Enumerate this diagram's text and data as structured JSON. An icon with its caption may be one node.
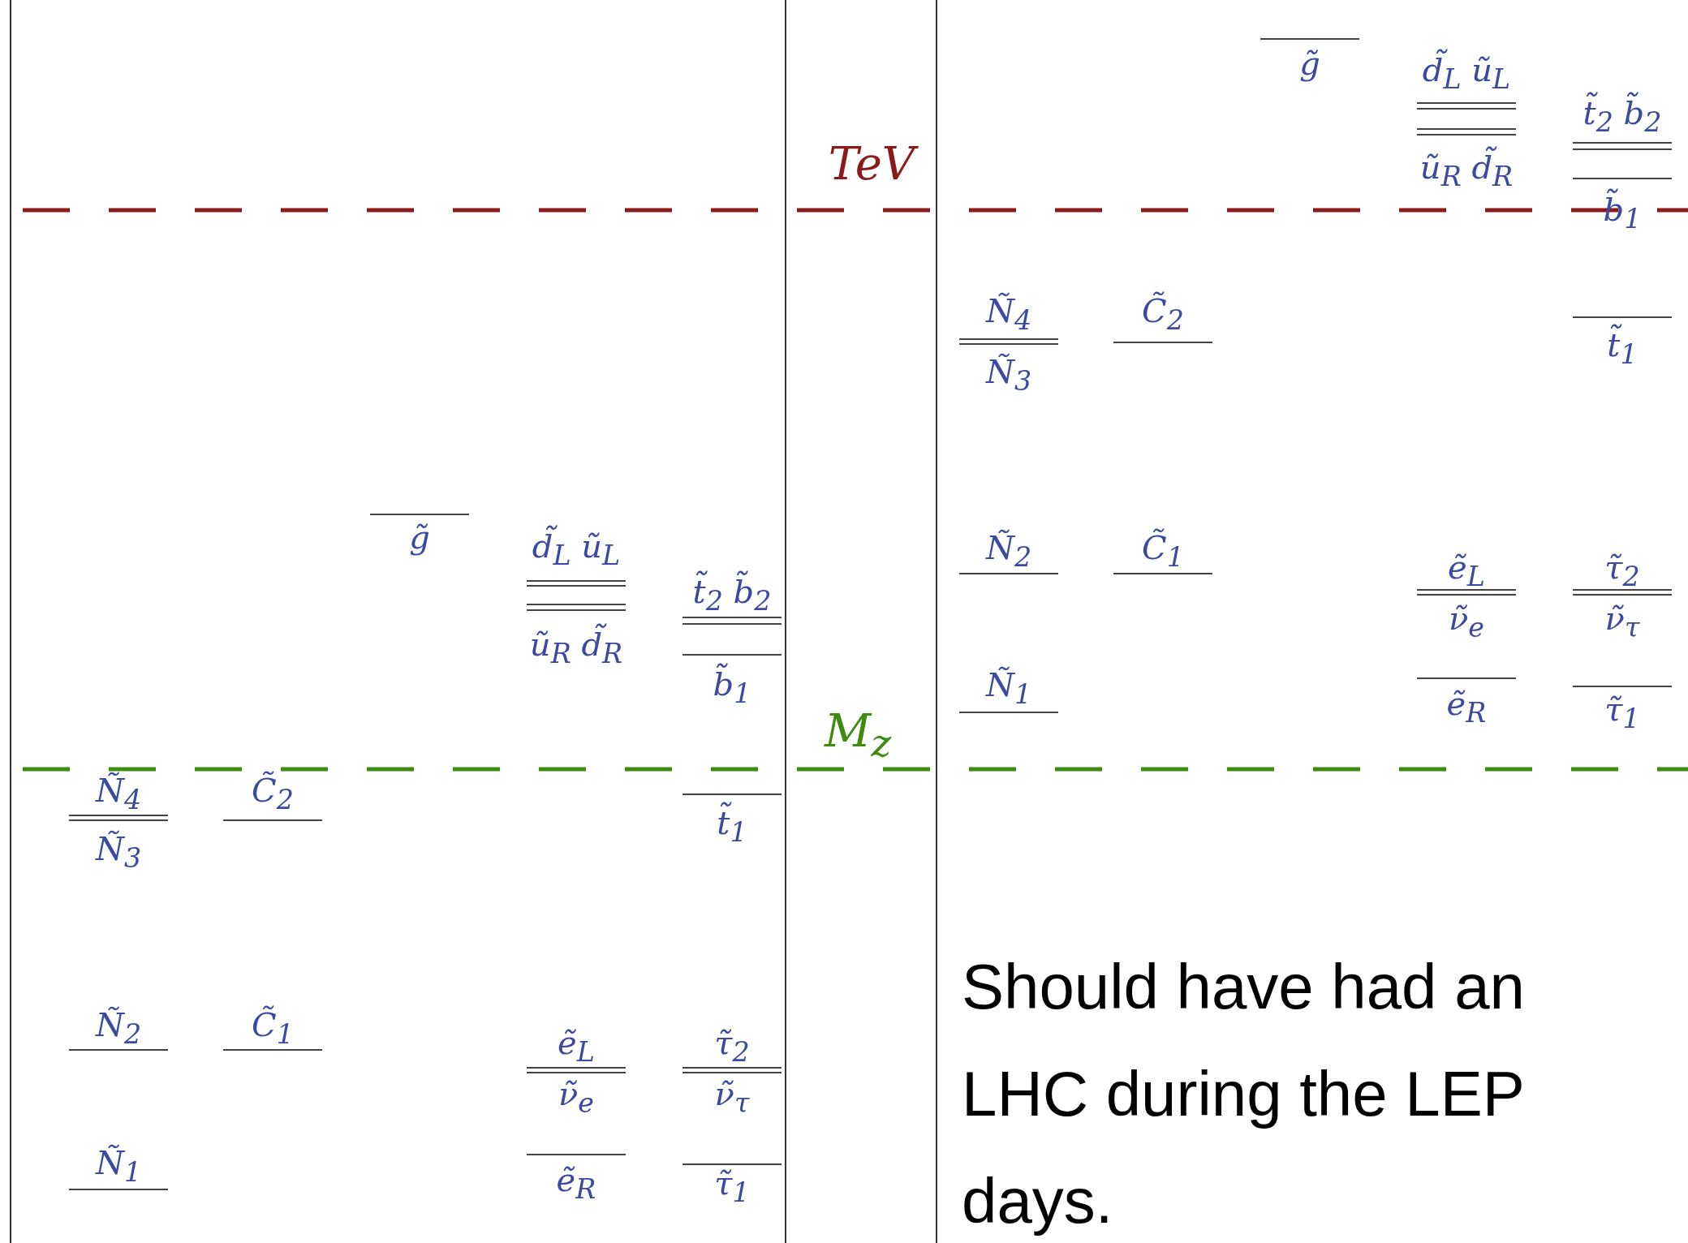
{
  "diagram": {
    "labels": [
      "TeV",
      "M$_{z}$",
      "g̃",
      "d̃$_{L}$ ũ$_{L}$",
      "t̃$_{2}$ b̃$_{2}$",
      "ũ$_{R}$ d̃$_{R}$",
      "b̃$_{1}$",
      "Ñ$_{4}$",
      "C̃$_{2}$",
      "t̃$_{1}$",
      "Ñ$_{3}$",
      "Ñ$_{2}$",
      "C̃$_{1}$",
      "ẽ$_{L}$",
      "τ̃$_{2}$",
      "ν̃$_{e}$",
      "ν̃$_{τ}$",
      "Ñ$_{1}$",
      "ẽ$_{R}$",
      "τ̃$_{1}$",
      "g̃",
      "d̃$_{L}$ ũ$_{L}$",
      "t̃$_{2}$ b̃$_{2}$",
      "ũ$_{R}$ d̃$_{R}$",
      "b̃$_{1}$",
      "Ñ$_{4}$",
      "C̃$_{2}$",
      "t̃$_{1}$",
      "Ñ$_{3}$",
      "Ñ$_{2}$",
      "C̃$_{1}$",
      "ẽ$_{L}$",
      "τ̃$_{2}$",
      "ν̃$_{e}$",
      "ν̃$_{τ}$",
      "Ñ$_{1}$",
      "ẽ$_{R}$",
      "τ̃$_{1}$",
      "Should have had an LHC during the LEP days."
    ]
  }
}
